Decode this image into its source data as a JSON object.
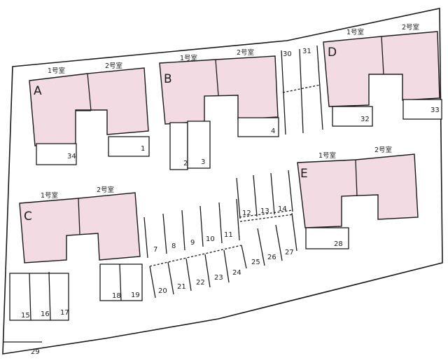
{
  "buildings": {
    "A": {
      "label": "A",
      "room1": "1号室",
      "room2": "2号室"
    },
    "B": {
      "label": "B",
      "room1": "1号室",
      "room2": "2号室"
    },
    "C": {
      "label": "C",
      "room1": "1号室",
      "room2": "2号室"
    },
    "D": {
      "label": "D",
      "room1": "1号室",
      "room2": "2号室"
    },
    "E": {
      "label": "E",
      "room1": "1号室",
      "room2": "2号室"
    }
  },
  "spaces": {
    "s1": "1",
    "s2": "2",
    "s3": "3",
    "s4": "4",
    "s7": "7",
    "s8": "8",
    "s9": "9",
    "s10": "10",
    "s11": "11",
    "s12": "12",
    "s13": "13",
    "s14": "14",
    "s15": "15",
    "s16": "16",
    "s17": "17",
    "s18": "18",
    "s19": "19",
    "s20": "20",
    "s21": "21",
    "s22": "22",
    "s23": "23",
    "s24": "24",
    "s25": "25",
    "s26": "26",
    "s27": "27",
    "s28": "28",
    "s29": "29",
    "s30": "30",
    "s31": "31",
    "s32": "32",
    "s33": "33",
    "s34": "34"
  },
  "colors": {
    "building_fill": "#f2dbe3",
    "line": "#1a1a1a"
  }
}
